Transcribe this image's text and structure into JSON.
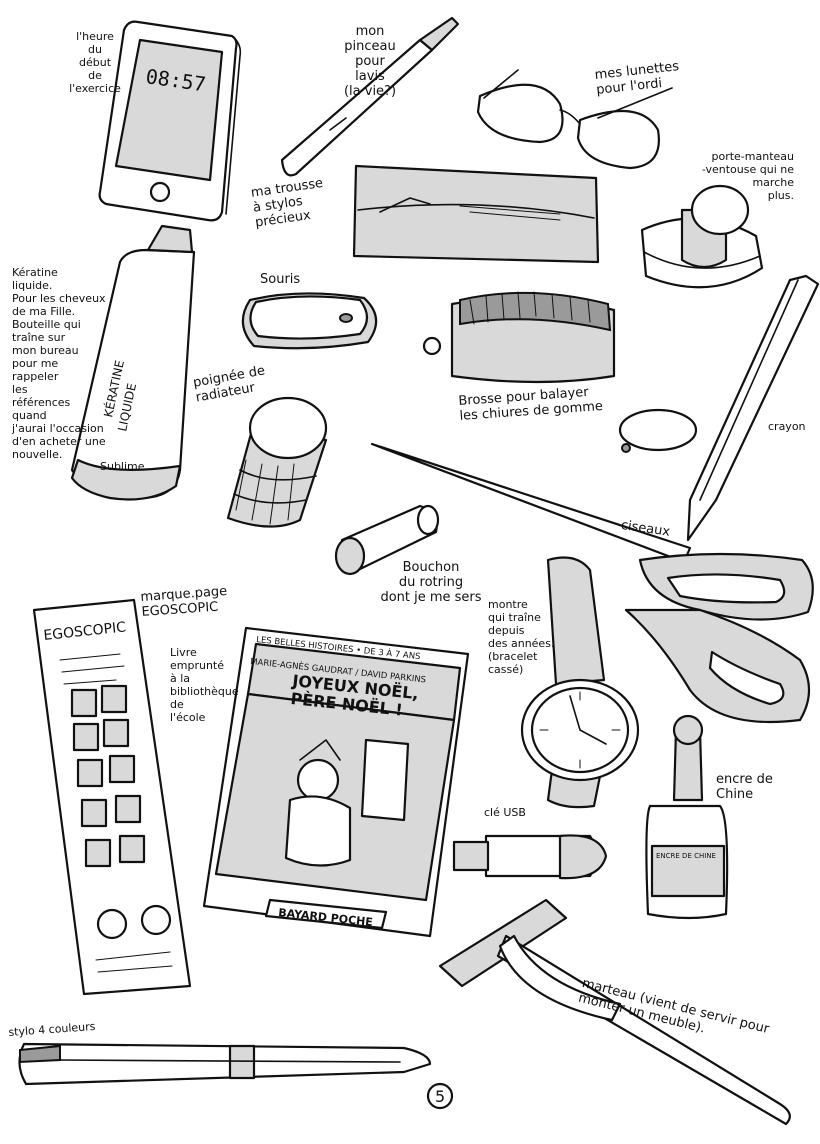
{
  "labels": {
    "phone_note": "l'heure\ndu\ndébut\nde\nl'exercice",
    "phone_time": "08:57",
    "brush_note": "mon\npinceau\npour\nlavis\n(la vie?)",
    "glasses_note": "mes lunettes\npour l'ordi",
    "pencil_case_note": "ma trousse\nà stylos\nprécieux",
    "coat_hook_note": "porte-manteau\n-ventouse qui ne\nmarche\nplus.",
    "keratin_note": "Kératine\nliquide.\nPour les cheveux\nde ma Fille.\nBouteille qui\ntraîne sur\nmon bureau\npour me\nrappeler\nles\nréférences\nquand\nj'aurai l'occasion\nd'en acheter une\nnouvelle.",
    "bottle_label_1": "KÉRATINE",
    "bottle_label_2": "LIQUIDE",
    "bottle_label_3": "Sublime",
    "mouse_note": "Souris",
    "brush2_note": "Brosse pour balayer\nles chiures de gomme",
    "radiator_note": "poignée de\nradiateur",
    "crayon_note": "crayon",
    "scissors_note": "ciseaux",
    "cap_note": "Bouchon\ndu rotring\ndont je me sers",
    "bookmark_note": "marque.page\nEGOSCOPIC",
    "bookmark_title": "EGOSCOPIC",
    "book_note": "Livre\nemprunté\nà la\nbibliothèque de\nl'école",
    "book_series": "LES BELLES HISTOIRES • DE 3 À 7 ANS",
    "book_authors": "MARIE-AGNÈS GAUDRAT / DAVID PARKINS",
    "book_title": "JOYEUX NOËL,\nPÈRE NOËL !",
    "book_publisher": "BAYARD POCHE",
    "watch_note": "montre\nqui traîne\ndepuis\ndes années.\n(bracelet\ncassé)",
    "usb_note": "clé USB",
    "ink_note": "encre de\nChine",
    "ink_label": "ENCRE DE CHINE",
    "hammer_note": "marteau (vient de servir pour\nmonter un meuble).",
    "pen_note": "stylo 4 couleurs",
    "page_number": "5"
  }
}
